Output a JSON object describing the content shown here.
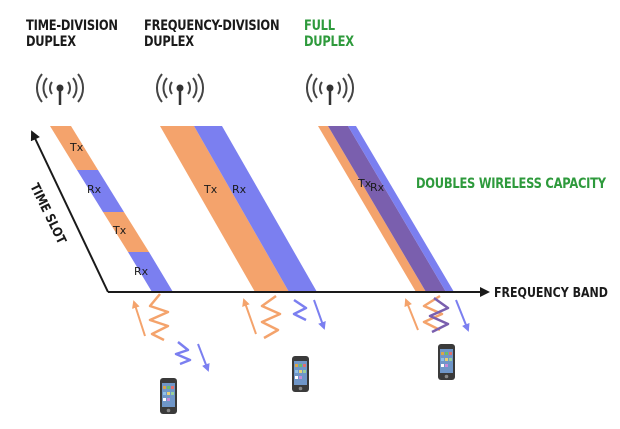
{
  "headings": {
    "tdd": [
      "TIME-DIVISION",
      "DUPLEX"
    ],
    "fdd": [
      "FREQUENCY-DIVISION",
      "DUPLEX"
    ],
    "full": [
      "FULL",
      "DUPLEX"
    ]
  },
  "callout": "DOUBLES WIRELESS CAPACITY",
  "axes": {
    "x_label": "FREQUENCY BAND",
    "y_label": "TIME SLOT"
  },
  "tdd_slots": [
    "Tx",
    "Rx",
    "Tx",
    "Rx"
  ],
  "fdd_bands": [
    "Tx",
    "Rx"
  ],
  "full_band": [
    "Tx",
    "Rx"
  ],
  "colors": {
    "tx": "#f4a36c",
    "rx": "#7b7ff0",
    "overlap": "#7a5fae",
    "accent": "#2e9a3c",
    "text": "#1a1a1a"
  },
  "icons": [
    "antenna-icon",
    "phone-icon",
    "tx-signal-icon",
    "rx-signal-icon"
  ]
}
